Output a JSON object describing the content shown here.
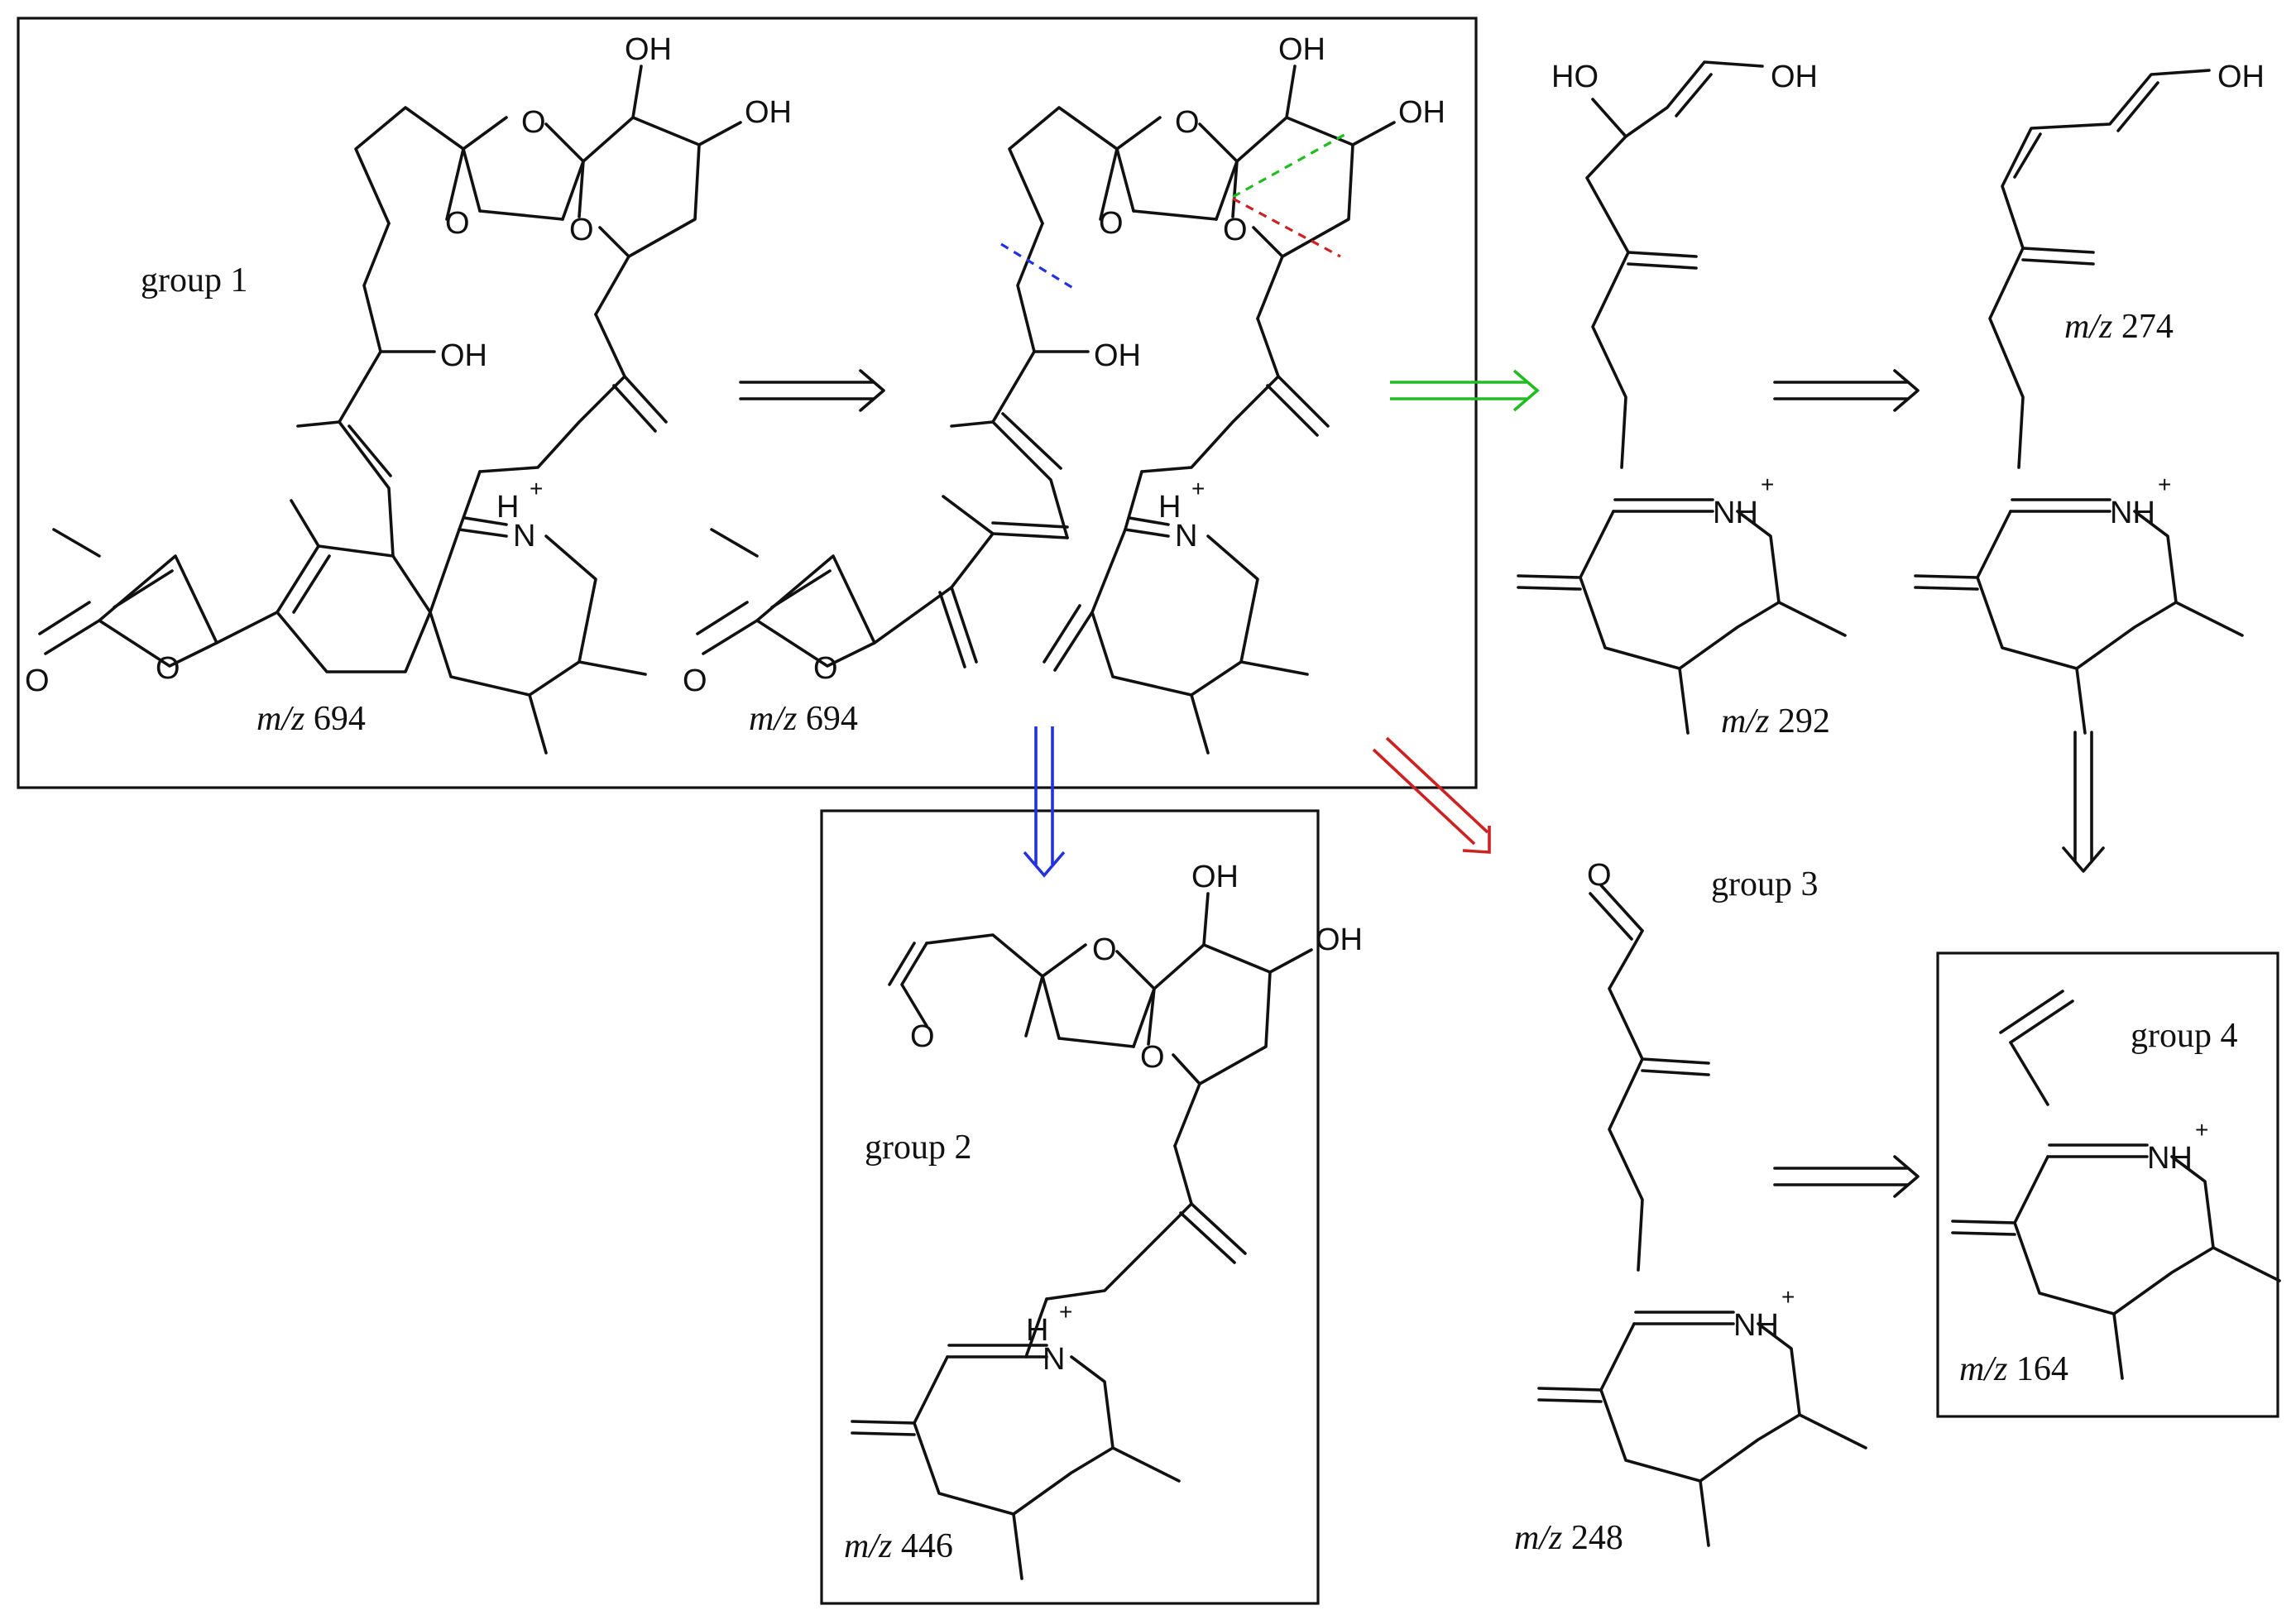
{
  "colors": {
    "ink": "#111111",
    "arrow_default": "#111111",
    "arrow_green": "#22bb22",
    "arrow_blue": "#2233dd",
    "arrow_red": "#cc2222",
    "cleavage_blue": "#2233dd",
    "cleavage_green": "#22bb22",
    "cleavage_red": "#cc2222"
  },
  "atoms": {
    "oh": "OH",
    "ho": "HO",
    "o": "O",
    "n": "N",
    "nh": "NH",
    "h": "H",
    "plus": "+"
  },
  "groups": {
    "g1": "group 1",
    "g2": "group 2",
    "g3": "group 3",
    "g4": "group 4"
  },
  "mz_prefix": "m/z",
  "mz": {
    "a": "694",
    "b": "694",
    "c": "292",
    "d": "274",
    "e": "446",
    "f": "248",
    "g": "164"
  }
}
